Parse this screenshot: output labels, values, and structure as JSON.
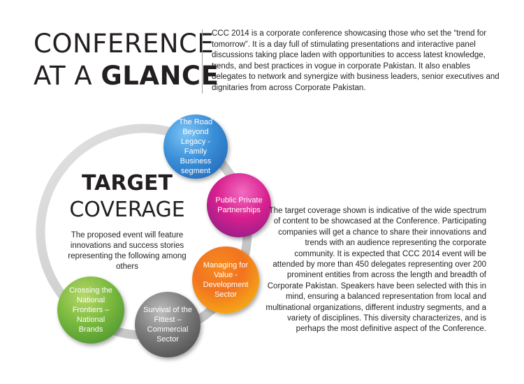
{
  "title": {
    "line1": "CONFERENCE",
    "line2_normal": "AT A ",
    "line2_bold": "GLANCE"
  },
  "intro": "CCC 2014 is a corporate conference showcasing those who set the “trend for tomorrow”. It is a day full of stimulating presentations and interactive panel discussions taking place laden with opportunities to access latest knowledge, trends, and best practices in vogue in corporate Pakistan. It also enables delegates to network and synergize with business leaders, senior executives and dignitaries from across Corporate Pakistan.",
  "target": {
    "line1": "TARGET",
    "line2": "COVERAGE",
    "description": "The proposed event will feature innovations and success stories representing the following among others"
  },
  "segments": {
    "family_business": "The Road Beyond Legacy - Family Business segment",
    "public_private": "Public Private Partnerships",
    "managing_value": "Managing for Value - Development Sector",
    "survival_fittest": "Survival of the Fittest – Commercial Sector",
    "national_frontiers": "Crossing the National Frontiers – National Brands"
  },
  "coverage_text": "The target coverage shown is indicative of the wide spectrum of content to be showcased at the Conference. Participating companies will get a chance to share their innovations and trends with an audience representing the corporate community. It is expected that CCC 2014 event will be attended by more than 450 delegates representing over 200 prominent entities from across the length and breadth of Corporate Pakistan. Speakers have been selected with this in mind, ensuring a balanced representation from local and multinational organizations, different industry segments, and a variety of disciplines. This diversity characterizes, and is perhaps the most definitive aspect of the Conference.",
  "colors": {
    "text": "#231f20",
    "ring": "#d9d9d9",
    "blue": "#3a8fd8",
    "pink": "#d81f8e",
    "orange": "#f27420",
    "grey": "#7a7a7a",
    "green": "#7ab93e"
  }
}
